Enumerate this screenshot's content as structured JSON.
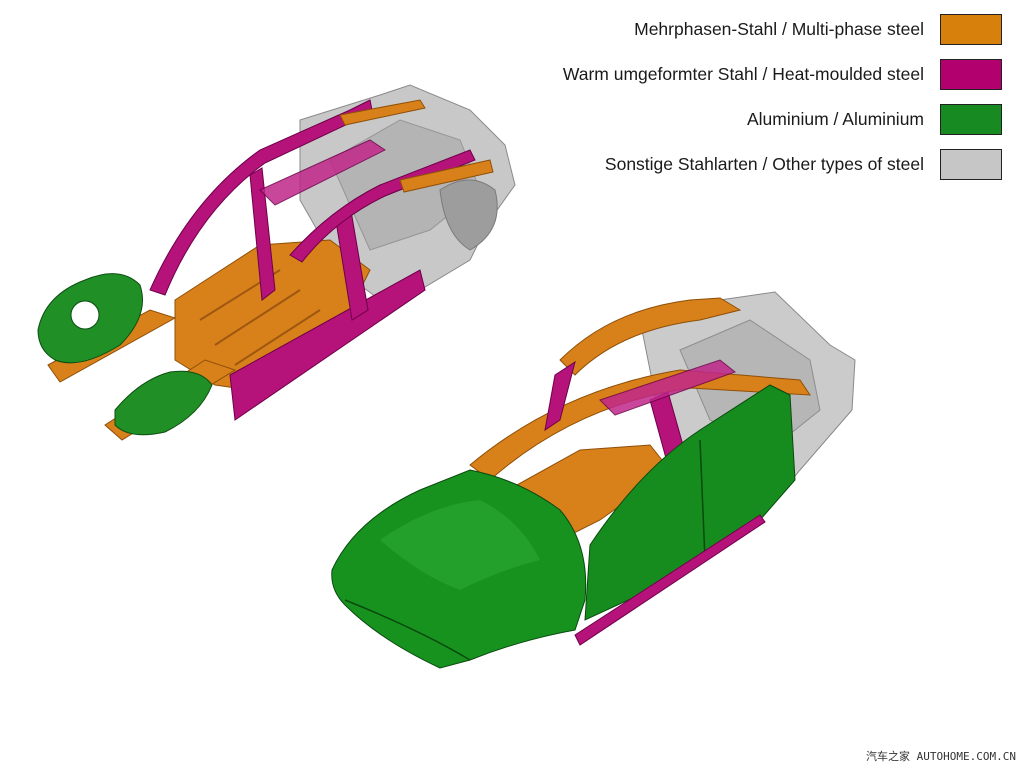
{
  "legend": [
    {
      "label": "Mehrphasen-Stahl / Multi-phase steel",
      "color": "#d7800c"
    },
    {
      "label": "Warm umgeformter Stahl / Heat-moulded steel",
      "color": "#b2006f"
    },
    {
      "label": "Aluminium / Aluminium",
      "color": "#178a22"
    },
    {
      "label": "Sonstige Stahlarten / Other types of steel",
      "color": "#c6c6c6"
    }
  ],
  "watermark": "汽车之家 AUTOHOME.COM.CN"
}
